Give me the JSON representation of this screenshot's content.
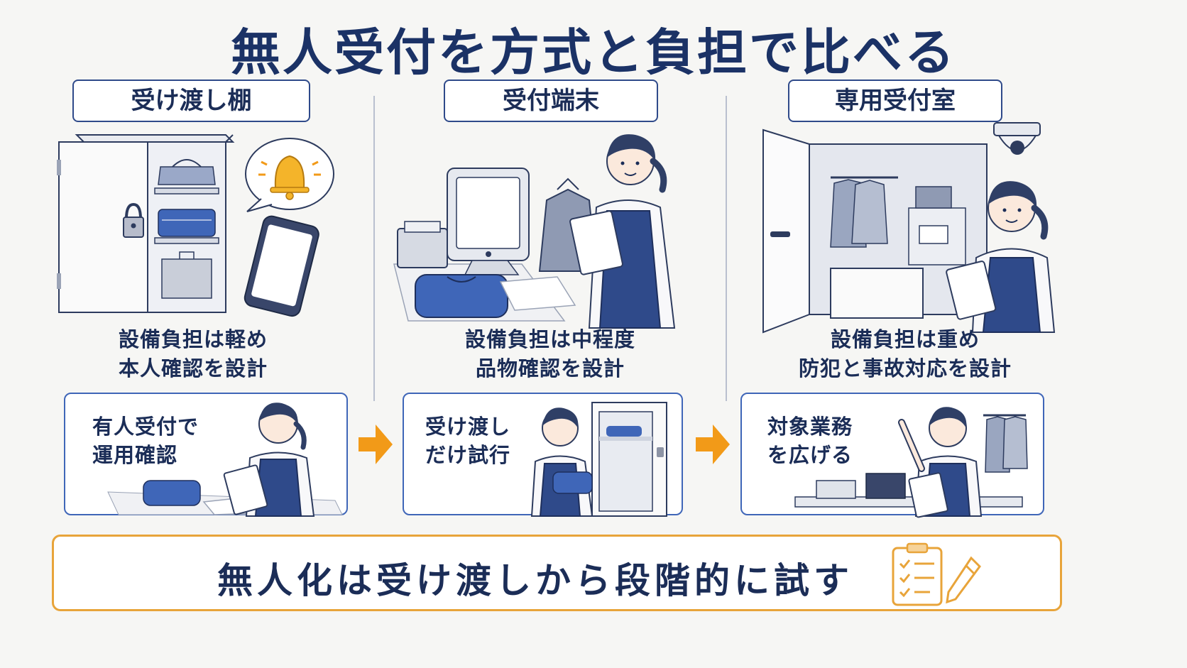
{
  "title": "無人受付を方式と負担で比べる",
  "columns": [
    {
      "label": "受け渡し棚",
      "caption_line1": "設備負担は軽め",
      "caption_line2": "本人確認を設計"
    },
    {
      "label": "受付端末",
      "caption_line1": "設備負担は中程度",
      "caption_line2": "品物確認を設計"
    },
    {
      "label": "専用受付室",
      "caption_line1": "設備負担は重め",
      "caption_line2": "防犯と事故対応を設計"
    }
  ],
  "steps": [
    {
      "text": "有人受付で\n運用確認"
    },
    {
      "text": "受け渡し\nだけ試行"
    },
    {
      "text": "対象業務\nを広げる"
    }
  ],
  "conclusion": "無人化は受け渡しから段階的に試す",
  "icons": [
    "cabinet-icon",
    "lock-icon",
    "bell-icon",
    "smartphone-icon",
    "tablet-kiosk-icon",
    "printer-icon",
    "staff-person-icon",
    "door-icon",
    "security-camera-icon",
    "clothes-rack-icon",
    "arrow-right-icon",
    "checklist-clipboard-icon",
    "pencil-icon"
  ],
  "colors": {
    "navy": "#1b2d57",
    "blue": "#3f66b8",
    "accent_orange": "#f29a18",
    "bell_yellow": "#f4b42a",
    "conclusion_border": "#e8a43a"
  }
}
